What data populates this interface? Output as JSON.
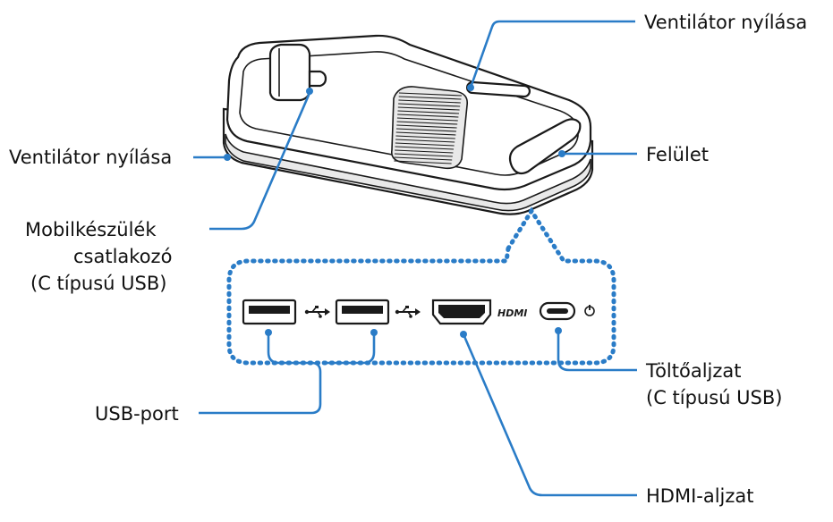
{
  "labels": {
    "vent_top": "Ventilátor nyílása",
    "vent_left": "Ventilátor nyílása",
    "surface": "Felület",
    "mobile_connector_1": "Mobilkészülék",
    "mobile_connector_2": "csatlakozó",
    "mobile_connector_3": "(C típusú USB)",
    "usb_port": "USB-port",
    "charging_1": "Töltőaljzat",
    "charging_2": "(C típusú USB)",
    "hdmi_port": "HDMI-aljzat"
  },
  "port_symbols": {
    "hdmi": "HDMI"
  },
  "icons": [
    "usb-icon",
    "hdmi-logo-icon",
    "power-icon",
    "fan-grille-icon"
  ],
  "colors": {
    "accent": "#2a7cc7",
    "outline": "#1a1a1a",
    "text": "#111111"
  }
}
